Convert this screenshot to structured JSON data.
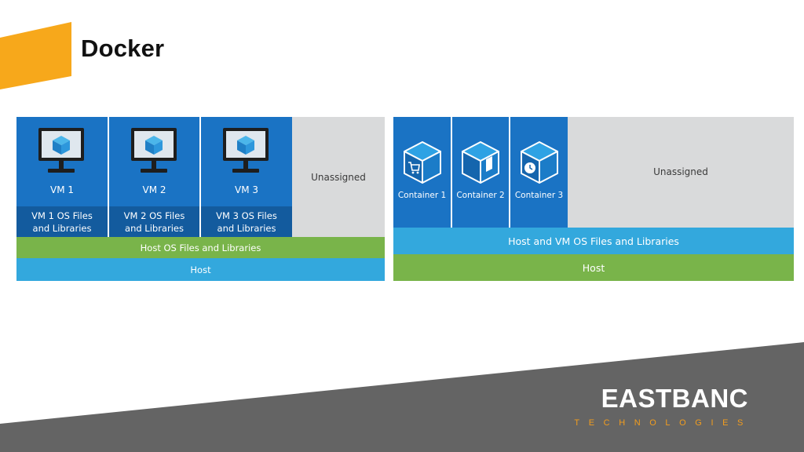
{
  "slide": {
    "title": "Docker",
    "colors": {
      "accent": "#f7a81b",
      "footer": "#646464",
      "vm_blue": "#1a73c4",
      "files_blue": "#135b9e",
      "light_blue": "#33a8dd",
      "green": "#79b44a",
      "grey": "#d9dadb"
    }
  },
  "vm_diagram": {
    "vms": [
      {
        "label": "VM 1",
        "files": "VM 1 OS Files and Libraries",
        "icon": "monitor-cube-icon"
      },
      {
        "label": "VM 2",
        "files": "VM 2 OS Files and Libraries",
        "icon": "monitor-cube-icon"
      },
      {
        "label": "VM 3",
        "files": "VM 3 OS Files and Libraries",
        "icon": "monitor-cube-icon"
      }
    ],
    "unassigned": "Unassigned",
    "host_os": "Host OS Files and Libraries",
    "host": "Host"
  },
  "container_diagram": {
    "containers": [
      {
        "label": "Container 1",
        "icon": "cart-cube-icon"
      },
      {
        "label": "Container 2",
        "icon": "document-cube-icon"
      },
      {
        "label": "Container 3",
        "icon": "clock-cube-icon"
      }
    ],
    "unassigned": "Unassigned",
    "host_vm_os": "Host and VM OS Files and Libraries",
    "host": "Host"
  },
  "logo": {
    "main": "EASTBANC",
    "sub": "TECHNOLOGIES"
  }
}
